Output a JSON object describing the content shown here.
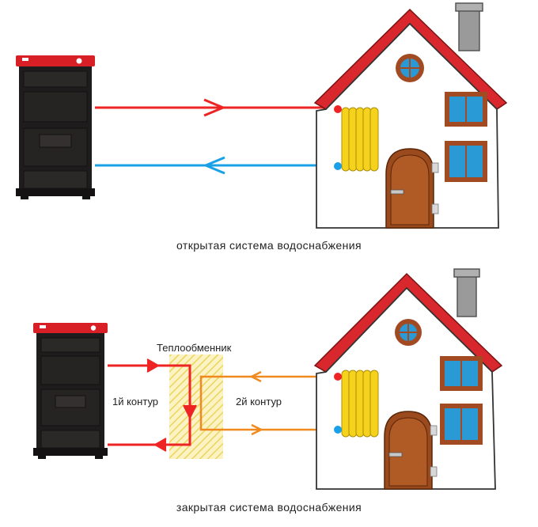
{
  "diagrams": {
    "open": {
      "caption": "открытая система водоснабжения"
    },
    "closed": {
      "caption": "закрытая система водоснабжения",
      "heat_exchanger_label": "Теплообменник",
      "loop1_label": "1й контур",
      "loop2_label": "2й контур"
    }
  },
  "colors": {
    "hot_pipe": "#ee2424",
    "cold_pipe": "#1aa0e6",
    "secondary_pipe": "#f08a1e",
    "radiator": "#f5d21c",
    "roof": "#d8282e",
    "door": "#9b4a1e",
    "window_frame": "#a24a22",
    "window_glass": "#2a9ad6",
    "boiler_body": "#1e1c1c",
    "boiler_top": "#d81f26",
    "exchanger_hatch": "#f2d96a"
  },
  "icons": {
    "boiler": "boiler-icon",
    "house": "house-icon",
    "radiator": "radiator-icon",
    "heat_exchanger": "heat-exchanger-icon"
  }
}
